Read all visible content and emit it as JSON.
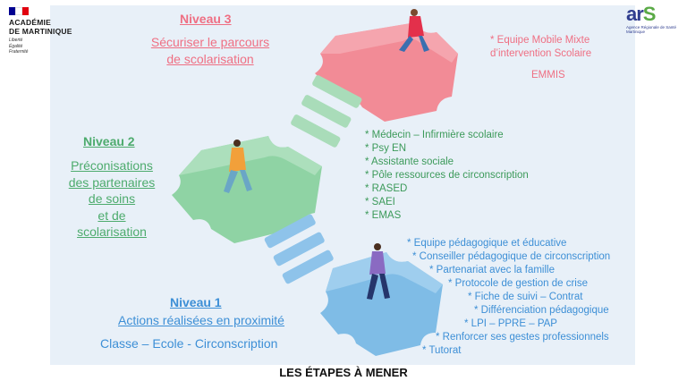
{
  "logo_left": {
    "name": "ACADÉMIE\nDE MARTINIQUE",
    "motto": "Liberté\nÉgalité\nFraternité",
    "flag_colors": [
      "#000091",
      "#ffffff",
      "#e1000f"
    ]
  },
  "logo_right": {
    "letters": "ar",
    "accent_letter": "S",
    "subtitle": "Agence Régionale de Santé\nMartinique"
  },
  "levels": [
    {
      "title": "Niveau 3",
      "subtitle": "Sécuriser le parcours\nde scolarisation",
      "color": "#ef6f83",
      "actors": [
        "* Equipe Mobile Mixte",
        "d’intervention Scolaire",
        "",
        "EMMIS"
      ]
    },
    {
      "title": "Niveau 2",
      "subtitle": "Préconisations\ndes partenaires\nde soins\net de\nscolarisation",
      "color": "#4dab6d",
      "actors": [
        "* Médecin – Infirmière scolaire",
        "* Psy EN",
        "* Assistante sociale",
        "* Pôle ressources de circonscription",
        "* RASED",
        "* SAEI",
        "* EMAS"
      ]
    },
    {
      "title": "Niveau 1",
      "subtitle": "Actions réalisées en proximité",
      "extra": "Classe – Ecole - Circonscription",
      "color": "#3d8fd6",
      "actors": [
        "* Equipe pédagogique et éducative",
        "* Conseiller pédagogique de circonscription",
        "* Partenariat avec la famille",
        "* Protocole de gestion de crise",
        "* Fiche de suivi – Contrat",
        "* Différenciation pédagogique",
        "* LPI – PPRE – PAP",
        "* Renforcer ses gestes professionnels",
        "* Tutorat"
      ]
    }
  ],
  "footer": "LES ÉTAPES À MENER",
  "colors": {
    "panel_bg": "#e8f0f8",
    "puzzle_red": "#f28b96",
    "puzzle_green": "#8fd3a4",
    "puzzle_blue": "#7fbce6"
  }
}
